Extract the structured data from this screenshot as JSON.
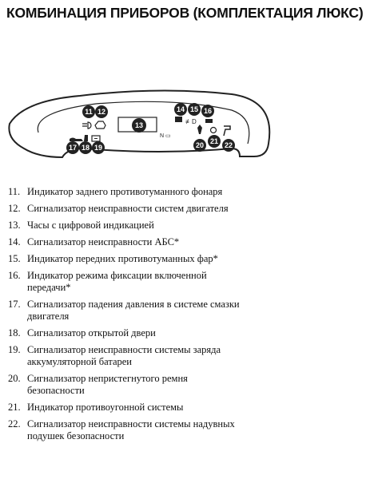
{
  "title": "КОМБИНАЦИЯ ПРИБОРОВ (КОМПЛЕКТАЦИЯ ЛЮКС)",
  "diagram": {
    "callouts": [
      "11",
      "12",
      "13",
      "14",
      "15",
      "16",
      "17",
      "18",
      "19",
      "20",
      "21",
      "22"
    ],
    "indicator_icons": [
      "rear-fog-lamp-icon",
      "engine-check-icon",
      "abs-icon",
      "front-fog-lamp-icon",
      "gear-hold-icon",
      "oil-pressure-icon",
      "door-open-icon",
      "battery-icon",
      "seatbelt-icon",
      "immobilizer-icon",
      "airbag-icon"
    ]
  },
  "legend": [
    {
      "num": "11.",
      "text": "Индикатор заднего противотуманного фонаря"
    },
    {
      "num": "12.",
      "text": "Сигнализатор неисправности систем двигателя"
    },
    {
      "num": "13.",
      "text": "Часы с цифровой индикацией"
    },
    {
      "num": "14.",
      "text": "Сигнализатор неисправности АБС*"
    },
    {
      "num": "15.",
      "text": "Индикатор передних противотуманных фар*"
    },
    {
      "num": "16.",
      "text": "Индикатор режима фиксации включенной передачи*"
    },
    {
      "num": "17.",
      "text": "Сигнализатор падения давления в системе смазки двигателя"
    },
    {
      "num": "18.",
      "text": "Сигнализатор открытой двери"
    },
    {
      "num": "19.",
      "text": "Сигнализатор неисправности системы заряда аккумуляторной батареи"
    },
    {
      "num": "20.",
      "text": "Сигнализатор непристегнутого ремня безопасности"
    },
    {
      "num": "21.",
      "text": "Индикатор противоугонной системы"
    },
    {
      "num": "22.",
      "text": "Сигнализатор неисправности системы надувных подушек безопасности"
    }
  ]
}
